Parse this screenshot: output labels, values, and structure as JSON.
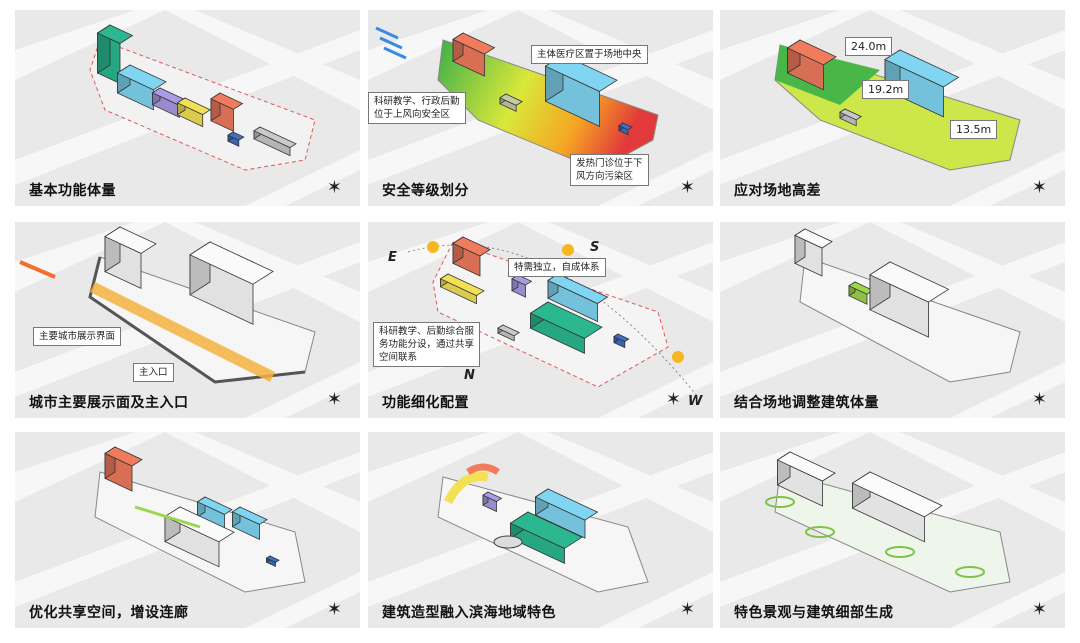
{
  "panels": [
    {
      "title": "基本功能体量",
      "callouts": []
    },
    {
      "title": "安全等级划分",
      "callouts": [
        "主体医疗区置于场地中央",
        "科研教学、行政后勤\n位于上风向安全区",
        "发热门诊位于下\n风方向污染区"
      ]
    },
    {
      "title": "应对场地高差",
      "callouts": [
        "24.0m",
        "19.2m",
        "13.5m"
      ]
    },
    {
      "title": "城市主要展示面及主入口",
      "callouts": [
        "主要城市展示界面",
        "主入口"
      ]
    },
    {
      "title": "功能细化配置",
      "callouts": [
        "特需独立，自成体系",
        "科研教学、后勤综合服\n务功能分设，通过共享\n空间联系"
      ],
      "directions": [
        "E",
        "S",
        "N",
        "W"
      ]
    },
    {
      "title": "结合场地调整建筑体量",
      "callouts": []
    },
    {
      "title": "优化共享空间，增设连廊",
      "callouts": []
    },
    {
      "title": "建筑造型融入滨海地域特色",
      "callouts": []
    },
    {
      "title": "特色景观与建筑细部生成",
      "callouts": []
    }
  ],
  "colors": {
    "teal": "#2bb890",
    "blue": "#80d6f2",
    "purple": "#a99be6",
    "yellow": "#f2e155",
    "orange": "#f07b5d",
    "gray": "#c9c9c9",
    "darkblue": "#3f6fc6",
    "green": "#49b648",
    "lime": "#cde64a"
  }
}
